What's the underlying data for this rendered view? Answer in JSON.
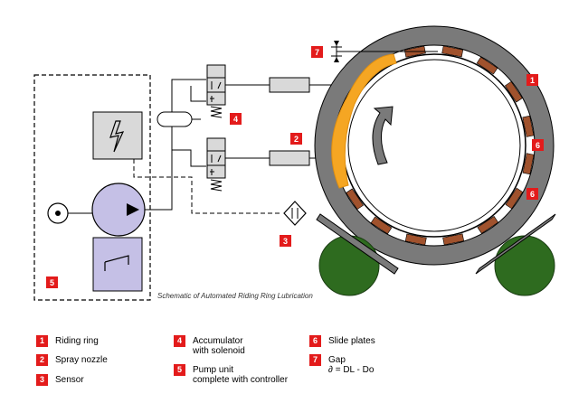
{
  "caption": "Schematic of Automated Riding Ring Lubrication",
  "callouts": {
    "c1": "1",
    "c2": "2",
    "c3": "3",
    "c4": "4",
    "c5": "5",
    "c6a": "6",
    "c6b": "6",
    "c7": "7"
  },
  "legend": [
    {
      "num": "1",
      "lines": [
        "Riding ring"
      ]
    },
    {
      "num": "2",
      "lines": [
        "Spray nozzle"
      ]
    },
    {
      "num": "3",
      "lines": [
        "Sensor"
      ]
    },
    {
      "num": "4",
      "lines": [
        "Accumulator",
        "with solenoid"
      ]
    },
    {
      "num": "5",
      "lines": [
        "Pump unit",
        "complete with controller"
      ]
    },
    {
      "num": "6",
      "lines": [
        "Slide plates"
      ]
    },
    {
      "num": "7",
      "lines": [
        "Gap",
        "∂ = DL - Do"
      ]
    }
  ],
  "colors": {
    "ring": "#7a7a7a",
    "slide_plate": "#a0522d",
    "lubricant": "#f5a623",
    "roller": "#2e6b1f",
    "pump": "#c5c0e6",
    "component": "#d9d9d9",
    "callout": "#e31b1b"
  }
}
